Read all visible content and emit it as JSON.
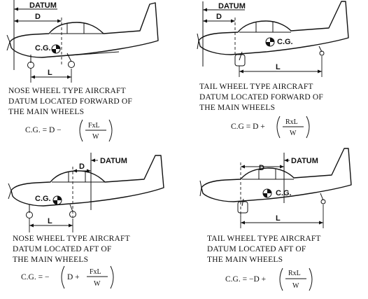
{
  "diagrams": [
    {
      "id": "nose-forward",
      "datum_label": "DATUM",
      "d_label": "D",
      "cg_label": "C.G.",
      "l_label": "L",
      "caption_lines": [
        "NOSE WHEEL TYPE AIRCRAFT",
        "DATUM LOCATED FORWARD OF",
        "THE MAIN WHEELS"
      ],
      "formula_prefix": "C.G. = D −",
      "formula_num": "FxL",
      "formula_den": "W",
      "formula_suffix": ""
    },
    {
      "id": "tail-forward",
      "datum_label": "DATUM",
      "d_label": "D",
      "cg_label": "C.G.",
      "l_label": "L",
      "caption_lines": [
        "TAIL WHEEL TYPE AIRCRAFT",
        "DATUM LOCATED FORWARD OF",
        "THE MAIN WHEELS"
      ],
      "formula_prefix": "C.G = D +",
      "formula_num": "RxL",
      "formula_den": "W",
      "formula_suffix": ""
    },
    {
      "id": "nose-aft",
      "datum_label": "DATUM",
      "d_label": "D",
      "cg_label": "C.G.",
      "l_label": "L",
      "caption_lines": [
        "NOSE WHEEL TYPE AIRCRAFT",
        "DATUM LOCATED AFT OF",
        "THE MAIN WHEELS"
      ],
      "formula_prefix": "C.G. = −",
      "formula_inner": "D +",
      "formula_num": "FxL",
      "formula_den": "W",
      "formula_suffix": ""
    },
    {
      "id": "tail-aft",
      "datum_label": "DATUM",
      "d_label": "D",
      "cg_label": "C.G.",
      "l_label": "L",
      "caption_lines": [
        "TAIL WHEEL TYPE AIRCRAFT",
        "DATUM LOCATED AFT OF",
        "THE MAIN WHEELS"
      ],
      "formula_prefix": "C.G. = −D +",
      "formula_num": "RxL",
      "formula_den": "W",
      "formula_suffix": ""
    }
  ]
}
